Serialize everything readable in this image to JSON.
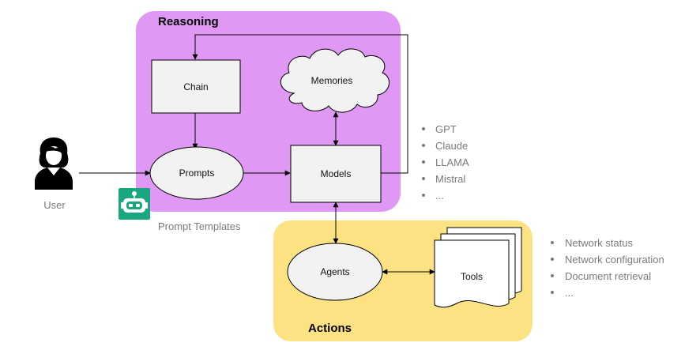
{
  "regions": {
    "reasoning": {
      "title": "Reasoning",
      "color": "#df99f5"
    },
    "actions": {
      "title": "Actions",
      "color": "#fde283"
    }
  },
  "nodes": {
    "chain": "Chain",
    "memories": "Memories",
    "prompts": "Prompts",
    "models": "Models",
    "agents": "Agents",
    "tools": "Tools"
  },
  "user_label": "User",
  "prompt_templates_label": "Prompt Templates",
  "model_list": [
    "GPT",
    "Claude",
    "LLAMA",
    "Mistral",
    "..."
  ],
  "tools_list": [
    "Network status",
    "Network configuration",
    "Document retrieval",
    "..."
  ],
  "icons": {
    "user": "user-icon",
    "bot": "robot-icon"
  },
  "colors": {
    "bot_badge": "#1aa67f",
    "node_fill": "#f2f2f2",
    "list_text": "#7a7a7a"
  }
}
